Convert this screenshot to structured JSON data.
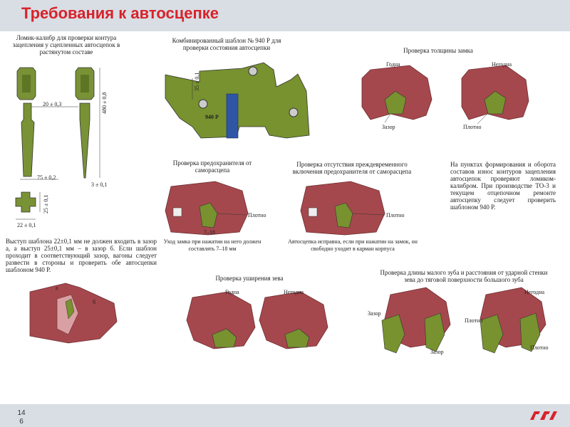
{
  "slide": {
    "title": "Требования к автосцепке",
    "page_number": "14\n6"
  },
  "sections": {
    "gauge": {
      "caption": "Ломик-калибр для проверки контура зацепления у сцепленных автосцепок в растянутом составе",
      "dims": [
        "20 ± 0,3",
        "480 ± 0,8",
        "75 ± 0,2",
        "3 ± 0,1",
        "25 ± 0,1",
        "22 ± 0,1"
      ]
    },
    "template940": {
      "caption": "Комбинированный шаблон № 940 Р для проверки состояния автосцепки",
      "dim": "35 ± 0,1",
      "label": "940 Р"
    },
    "lock_thickness": {
      "caption": "Проверка толщины замка",
      "good": "Годна",
      "bad": "Негодна",
      "gap": "Зазор",
      "tight": "Плотно"
    },
    "fuse_check": {
      "caption": "Проверка предохранителя от саморасцепа",
      "tight": "Плотно",
      "range": "7–18",
      "note": "Уход замка при нажатии на него должен составлять 7–18 мм"
    },
    "premature_check": {
      "caption": "Проверка отсутствия преждевременного включения предохранителя от саморасцепа",
      "tight": "Плотно",
      "note": "Автосцепка исправна, если при нажатии на замок, он свободно уходит в карман корпуса"
    },
    "info": {
      "text": "На пунктах формирования и оборота составов износ контуров зацепления автосцепок проверяют ломиком-калибром. При производстве ТО-3 и текущем отцепочном ремонте автосцепку следует проверить шаблоном 940 Р."
    },
    "protrusion": {
      "text": "Выступ шаблона 22±0,1 мм не должен входить в зазор а, а выступ 25±0,1 мм – в зазор б. Если шаблон проходит в соответствующий зазор, вагоны следует развести в стороны и проверить обе автосцепки шаблоном 940 Р.",
      "label_a": "а",
      "label_b": "б"
    },
    "throat_width": {
      "caption": "Проверка уширения зева",
      "good": "Годна",
      "bad": "Негодна"
    },
    "tooth_length": {
      "caption": "Проверка длины малого зуба и расстояния от ударной стенки зева до тяговой поверхности большого зуба",
      "gap": "Зазор",
      "tight": "Плотно",
      "bad": "Негодна"
    }
  },
  "colors": {
    "title": "#d8222a",
    "body_red": "#a5484d",
    "template_green": "#77922f",
    "template_blue": "#2f56a5"
  }
}
